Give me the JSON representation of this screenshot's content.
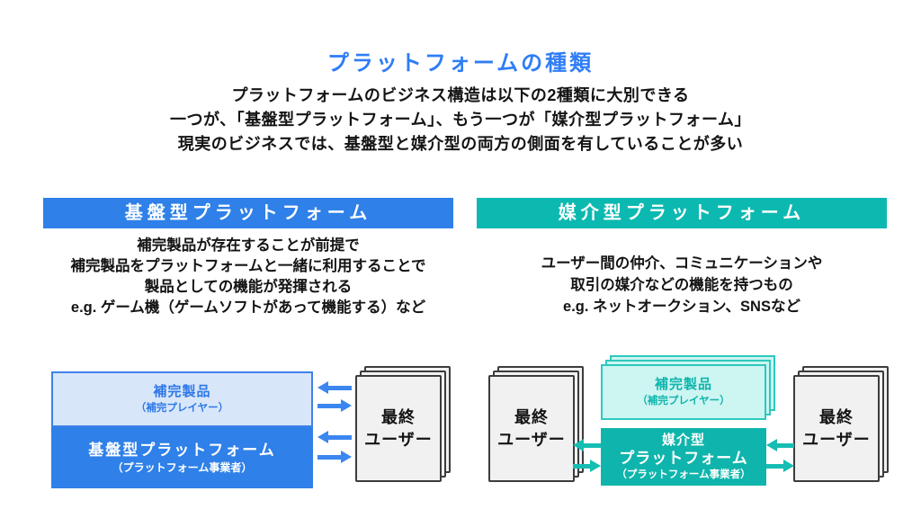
{
  "title": "プラットフォームの種類",
  "intro": {
    "line1": "プラットフォームのビジネス構造は以下の2種類に大別できる",
    "line2": "一つが、「基盤型プラットフォーム」、もう一つが「媒介型プラットフォーム」",
    "line3": "現実のビジネスでは、基盤型と媒介型の両方の側面を有していることが多い"
  },
  "foundation": {
    "header": "基盤型プラットフォーム",
    "desc1": "補完製品が存在することが前提で",
    "desc2": "補完製品をプラットフォームと一緒に利用することで",
    "desc3": "製品としての機能が発揮される",
    "desc4": "e.g. ゲーム機（ゲームソフトがあって機能する）など",
    "diagram": {
      "complement_title": "補完製品",
      "complement_subtitle": "（補完プレイヤー）",
      "platform_title": "基盤型プラットフォーム",
      "platform_subtitle": "（プラットフォーム事業者）",
      "user_line1": "最終",
      "user_line2": "ユーザー"
    }
  },
  "intermediary": {
    "header": "媒介型プラットフォーム",
    "desc1": "ユーザー間の仲介、コミュニケーションや",
    "desc2": "取引の媒介などの機能を持つもの",
    "desc3": "e.g. ネットオークション、SNSなど",
    "diagram": {
      "complement_title": "補完製品",
      "complement_subtitle": "（補完プレイヤー）",
      "platform_line1": "媒介型",
      "platform_line2": "プラットフォーム",
      "platform_subtitle": "（プラットフォーム事業者）",
      "user_left_line1": "最終",
      "user_left_line2": "ユーザー",
      "user_right_line1": "最終",
      "user_right_line2": "ユーザー"
    }
  },
  "colors": {
    "title_blue": "#2F7DF6",
    "foundation_blue": "#2F80E8",
    "foundation_light_blue": "#D8E6F9",
    "arrow_blue": "#3B86F0",
    "intermediary_teal": "#0CB9B1",
    "intermediary_box_teal": "#0FB5AC",
    "intermediary_light_teal": "#CDF5F2",
    "arrow_teal": "#15BDB2",
    "page_gray": "#F1F1F1",
    "text_black": "#141414"
  }
}
